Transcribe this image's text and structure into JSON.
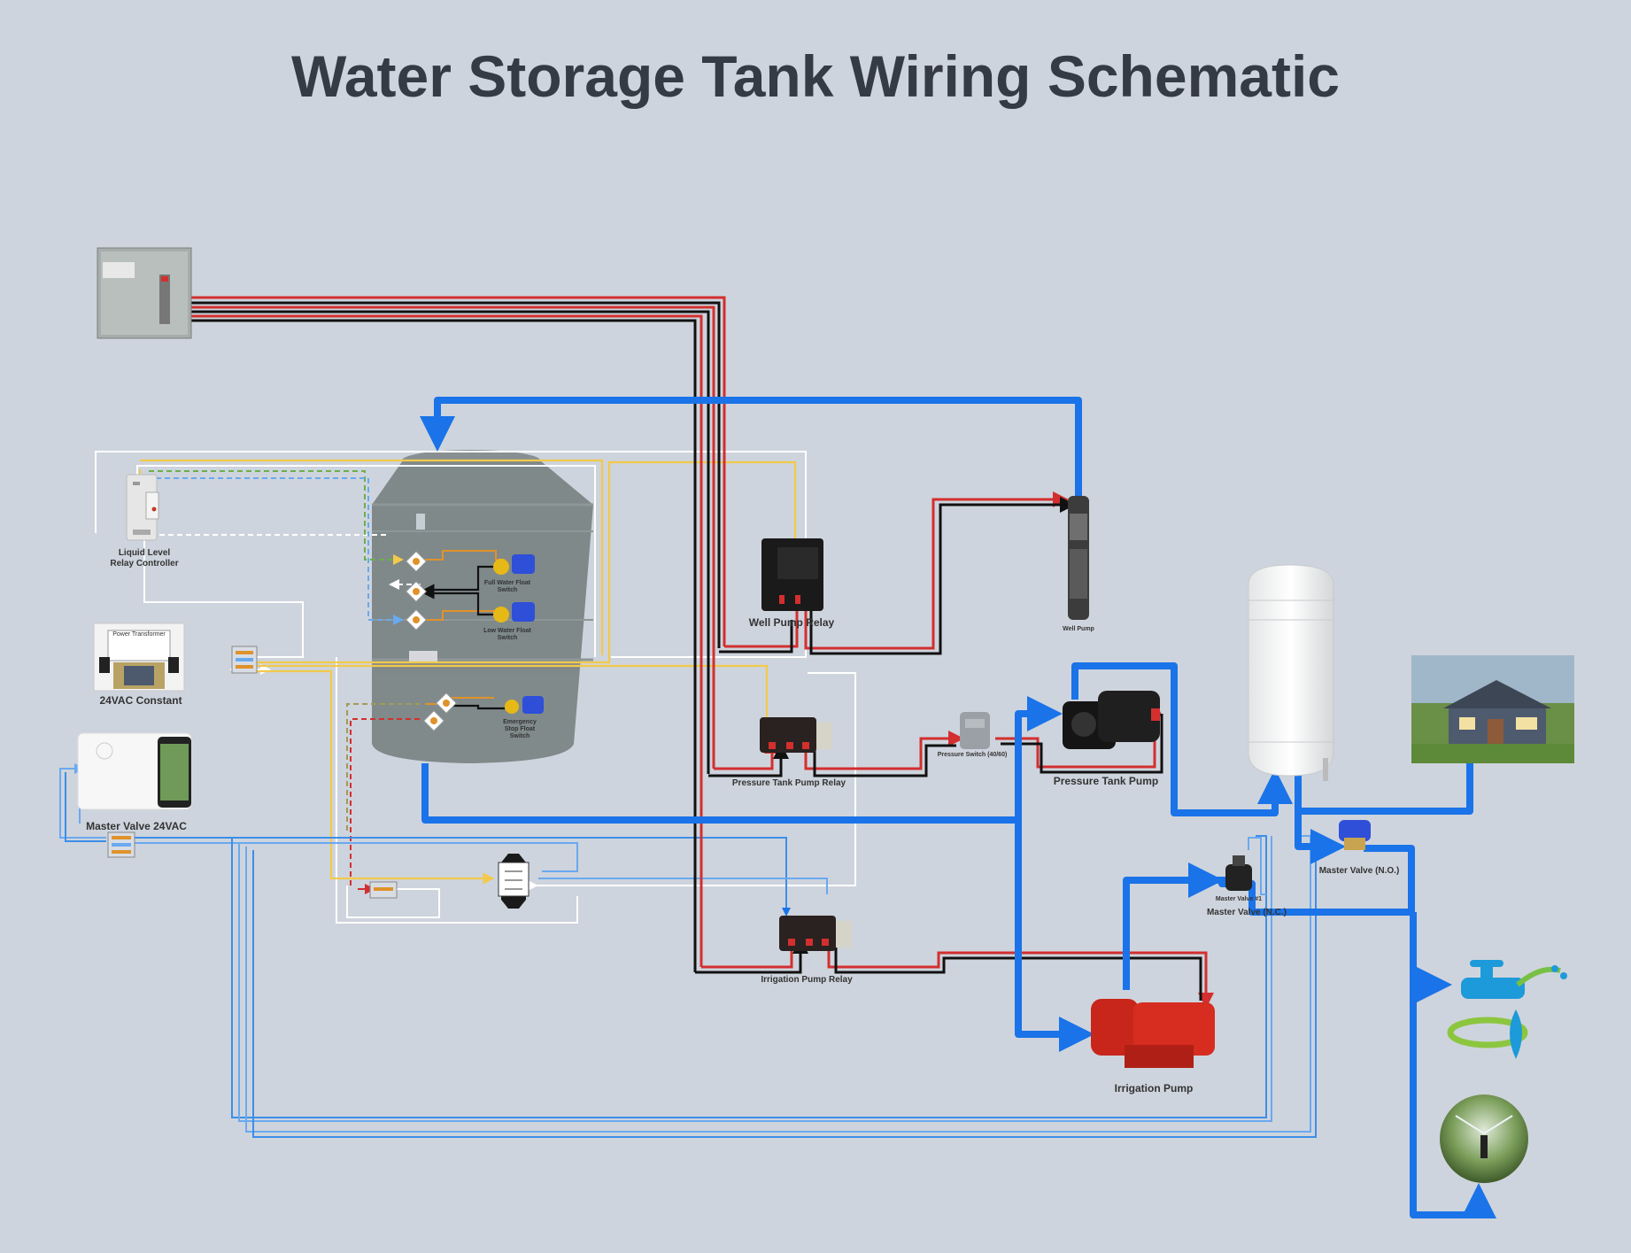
{
  "title": "Water Storage Tank Wiring Schematic",
  "labels": {
    "liquid_level": "Liquid Level\nRelay Controller",
    "transformer": "24VAC Constant",
    "transformer_plate": "Power Transformer",
    "master_24vac": "Master Valve 24VAC",
    "full_float": "Full Water Float\nSwitch",
    "low_float": "Low Water Float\nSwitch",
    "emergency_float": "Emergency\nStop Float\nSwitch",
    "well_relay": "Well Pump Relay",
    "well_pump": "Well Pump",
    "pressure_relay": "Pressure Tank Pump Relay",
    "pressure_switch": "Pressure Switch (40/60)",
    "pressure_pump": "Pressure Tank Pump",
    "irrigation_relay": "Irrigation Pump Relay",
    "irrigation_pump": "Irrigation Pump",
    "master_no": "Master Valve (N.O.)",
    "master_nc": "Master Valve (N.C.)",
    "master_nc_small": "Master Valve #1"
  },
  "colors": {
    "background": "#ced4dd",
    "water_pipe": "#1a73e8",
    "hot_wire": "#d32f2f",
    "neutral_wire": "#111111",
    "signal_yellow": "#f2c94c",
    "signal_white": "#ffffff",
    "signal_lightblue": "#6aa9ef",
    "signal_green": "#6ab04c",
    "signal_orange": "#e0922a"
  }
}
